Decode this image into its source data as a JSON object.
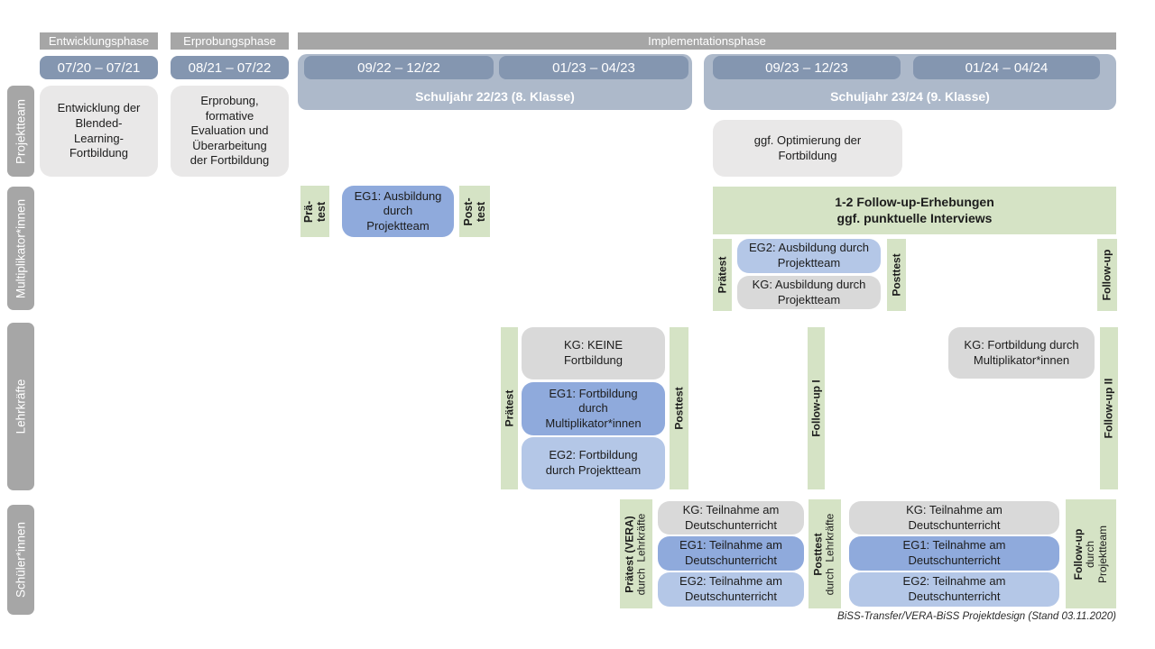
{
  "phases": [
    "Entwicklungsphase",
    "Erprobungsphase",
    "Implementationsphase"
  ],
  "periods": [
    "07/20 – 07/21",
    "08/21 – 07/22",
    "09/22 – 12/22",
    "01/23 – 04/23",
    "09/23 – 12/23",
    "01/24 – 04/24"
  ],
  "school_years": [
    "Schuljahr 22/23 (8. Klasse)",
    "Schuljahr 23/24 (9. Klasse)"
  ],
  "rows": {
    "projektteam": {
      "label": "Projektteam",
      "entwicklung": "Entwicklung der\nBlended-\nLearning-\nFortbildung",
      "erprobung": "Erprobung,\nformative\nEvaluation und\nÜberarbeitung\nder Fortbildung",
      "optimierung": "ggf. Optimierung der\nFortbildung"
    },
    "multiplikatoren": {
      "label": "Multiplikator*innen",
      "praetest_short": "Prä-\ntest",
      "eg1": "EG1: Ausbildung\ndurch\nProjektteam",
      "posttest_short": "Post-\ntest",
      "followup_box": "1-2 Follow-up-Erhebungen\nggf. punktuelle Interviews",
      "praetest": "Prätest",
      "eg2": "EG2: Ausbildung durch\nProjektteam",
      "kg": "KG: Ausbildung durch\nProjektteam",
      "posttest": "Posttest",
      "followup": "Follow-up"
    },
    "lehrkraefte": {
      "label": "Lehrkräfte",
      "praetest": "Prätest",
      "kg": "KG: KEINE\nFortbildung",
      "eg1": "EG1: Fortbildung\ndurch\nMultiplikator*innen",
      "eg2": "EG2: Fortbildung\ndurch Projektteam",
      "posttest": "Posttest",
      "followup1": "Follow-up I",
      "kg_followup": "KG: Fortbildung durch\nMultiplikator*innen",
      "followup2": "Follow-up II"
    },
    "schueler": {
      "label": "Schüler*innen",
      "praetest_main": "Prätest (VERA)",
      "praetest_sub": "durch  Lehrkräfte",
      "kg": "KG: Teilnahme am\nDeutschunterricht",
      "eg1": "EG1: Teilnahme am\nDeutschunterricht",
      "eg2": "EG2: Teilnahme am\nDeutschunterricht",
      "posttest_main": "Posttest",
      "posttest_sub": "durch  Lehrkräfte",
      "followup_main": "Follow-up",
      "followup_sub1": "durch",
      "followup_sub2": "Projektteam"
    }
  },
  "footer": "BiSS-Transfer/VERA-BiSS Projektdesign (Stand 03.11.2020)",
  "colors": {
    "phase_bar": "#A6A6A6",
    "sidebar_bar": "#A6A6A6",
    "period_bar": "#8496B0",
    "schoolyear_band": "#ADB9CA",
    "eg1_blue": "#8FAADC",
    "eg2_blue": "#B4C7E7",
    "kg_gray": "#D9D9D9",
    "projektteam_box_gray": "#E9E8E8",
    "test_green": "#D5E3C5"
  }
}
